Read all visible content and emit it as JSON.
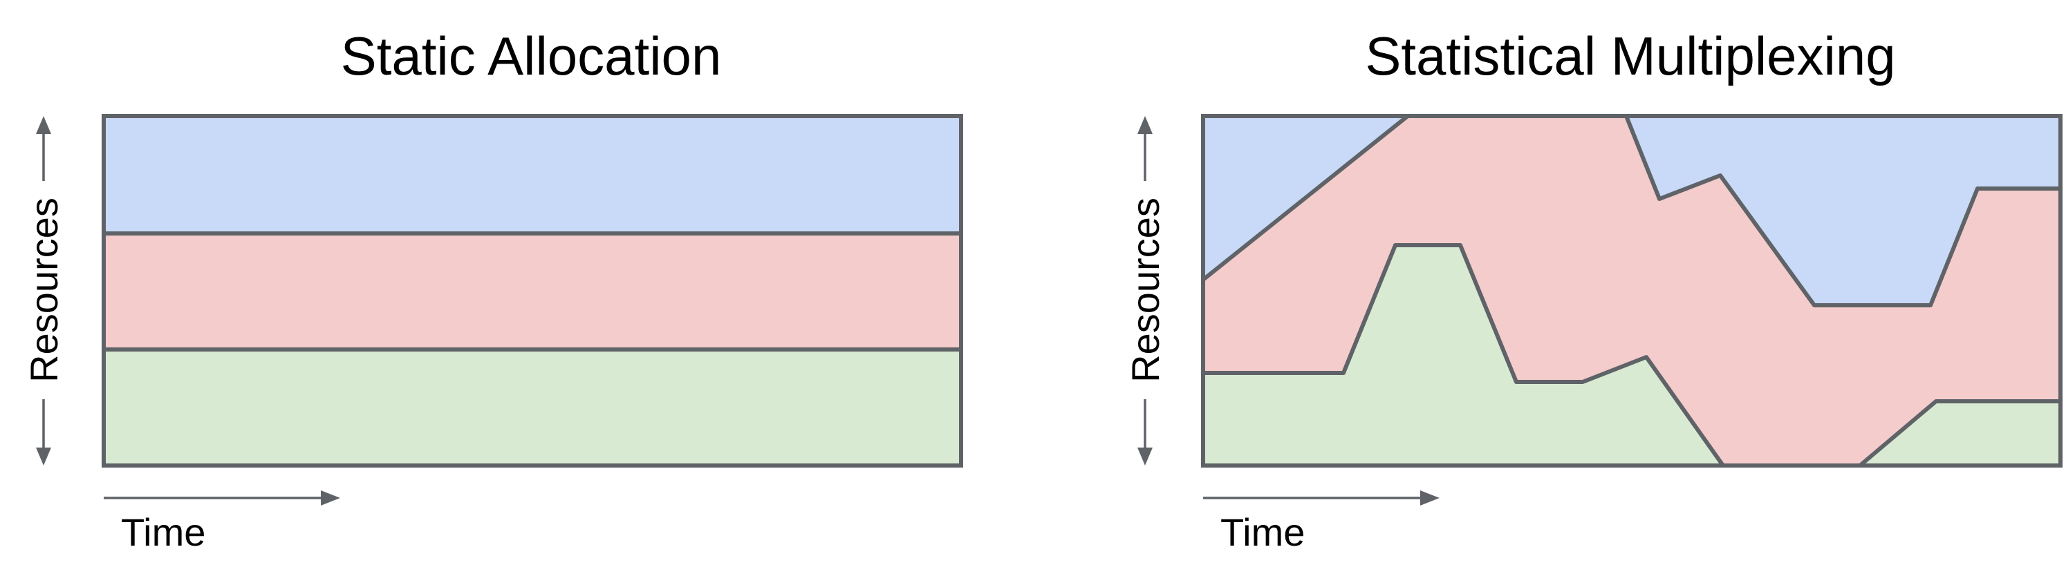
{
  "colors": {
    "blue_band": "#c9daf8",
    "red_band": "#f4cccc",
    "green_band": "#d9ead3",
    "outline": "#5f6368"
  },
  "static_panel": {
    "title": "Static Allocation",
    "y_axis_label": "Resources",
    "x_axis_label": "Time"
  },
  "multiplexing_panel": {
    "title": "Statistical Multiplexing",
    "y_axis_label": "Resources",
    "x_axis_label": "Time"
  }
}
